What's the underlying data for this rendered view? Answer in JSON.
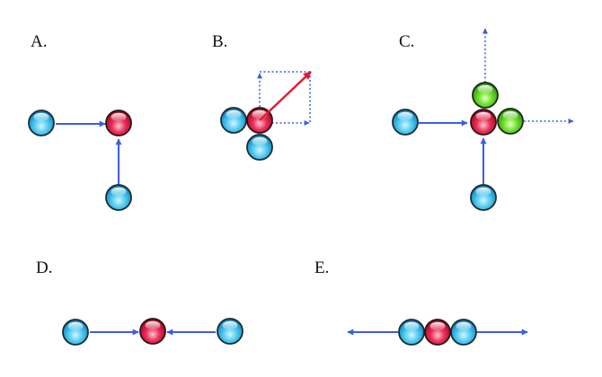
{
  "panels": {
    "a": {
      "label": "A."
    },
    "b": {
      "label": "B."
    },
    "c": {
      "label": "C."
    },
    "d": {
      "label": "D."
    },
    "e": {
      "label": "E."
    }
  },
  "colors": {
    "arrow": "#3a5ee0",
    "resultant": "#e8182c",
    "ball_blue": "#3cc6f0",
    "ball_red": "#e0163a",
    "ball_green": "#5ad81e"
  }
}
